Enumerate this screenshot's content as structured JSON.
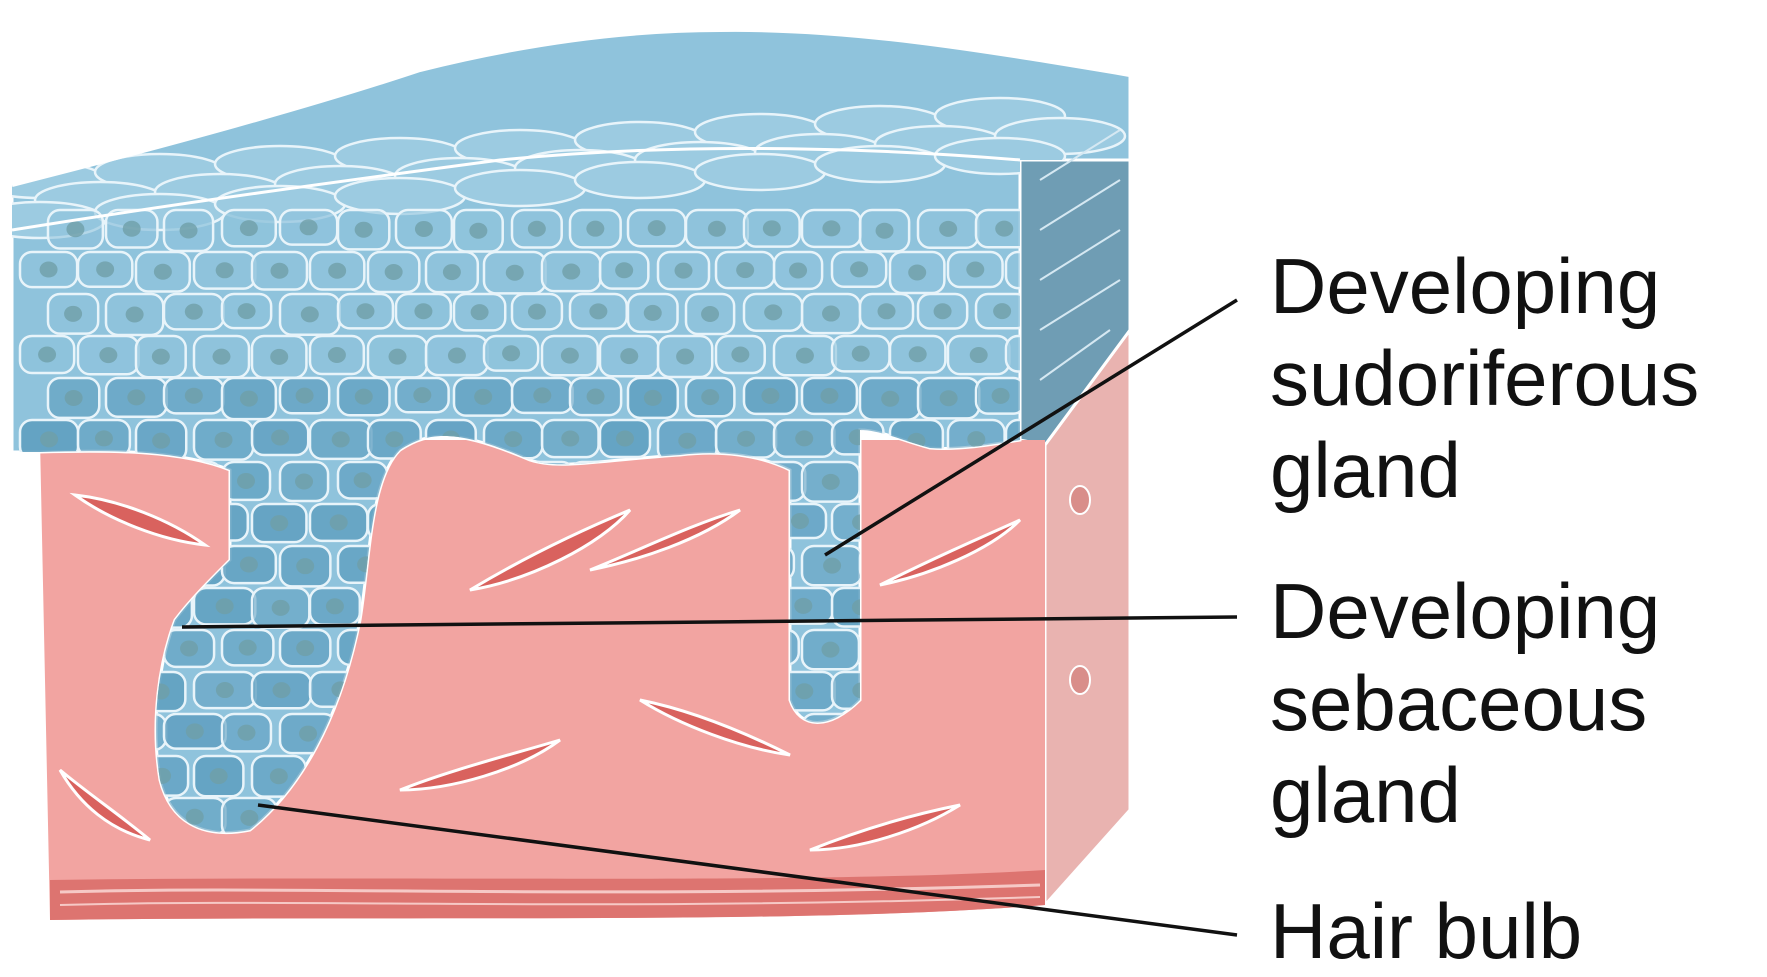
{
  "labels": {
    "sudoriferous": [
      "Developing",
      "sudoriferous",
      "gland"
    ],
    "sebaceous": [
      "Developing",
      "sebaceous",
      "gland"
    ],
    "hair_bulb": "Hair bulb"
  },
  "colors": {
    "epidermis": "#8fc3dc",
    "epidermis_dark": "#5f9fc0",
    "cell_outline": "#e8f4fa",
    "nucleus": "#6f9fa8",
    "dermis": "#f2a3a0",
    "dermis_side": "#e9b0ad",
    "fibroblast": "#d9625e",
    "base_band": "#d86a66",
    "leader_line": "#111111"
  }
}
